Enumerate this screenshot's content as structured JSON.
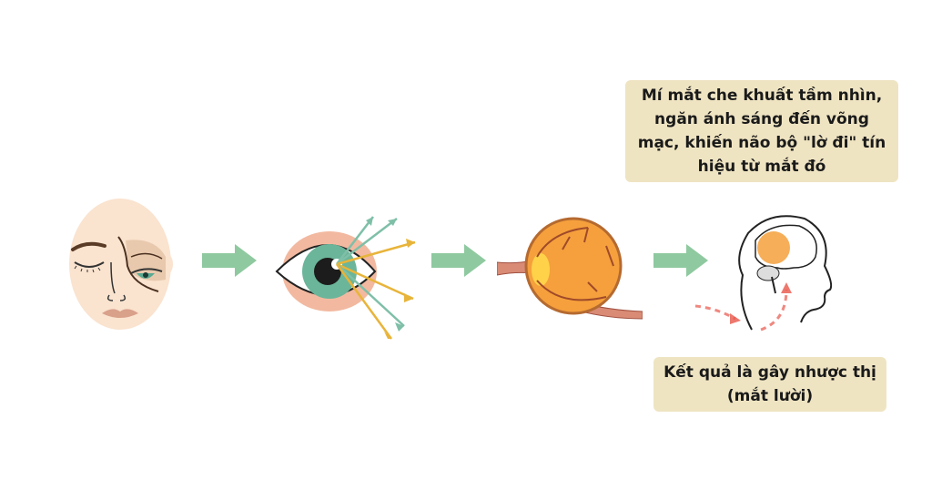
{
  "diagram": {
    "steps": [
      {
        "id": "face",
        "icon": "face-drooping-eyelid-icon",
        "description": "Face with drooping eyelid (ptosis)"
      },
      {
        "id": "eye",
        "icon": "eye-light-rays-icon",
        "description": "Eye with light rays deflected"
      },
      {
        "id": "retina",
        "icon": "eyeball-retina-icon",
        "description": "Eyeball showing retina and optic nerve"
      },
      {
        "id": "brain",
        "icon": "head-brain-icon",
        "description": "Head with brain, signal path arrow"
      }
    ],
    "connectors": [
      "arrow-right",
      "arrow-right",
      "arrow-right"
    ],
    "callouts": {
      "top": [
        "Mí mắt che khuất tầm nhìn,",
        "ngăn ánh sáng đến võng",
        "mạc, khiến não bộ \"lờ đi\" tín",
        "hiệu từ mắt đó"
      ],
      "bottom": [
        "Kết quả là gây nhược thị",
        "(mắt lười)"
      ]
    },
    "colors": {
      "arrow": "#8fc9a0",
      "callout_bg": "#efe4c2",
      "skin": "#fae3cf",
      "iris": "#5aaa92",
      "ray_green": "#7fbfa8",
      "ray_yellow": "#e8b43a",
      "retina": "#f5a03c",
      "signal_red": "#e8564a"
    }
  }
}
